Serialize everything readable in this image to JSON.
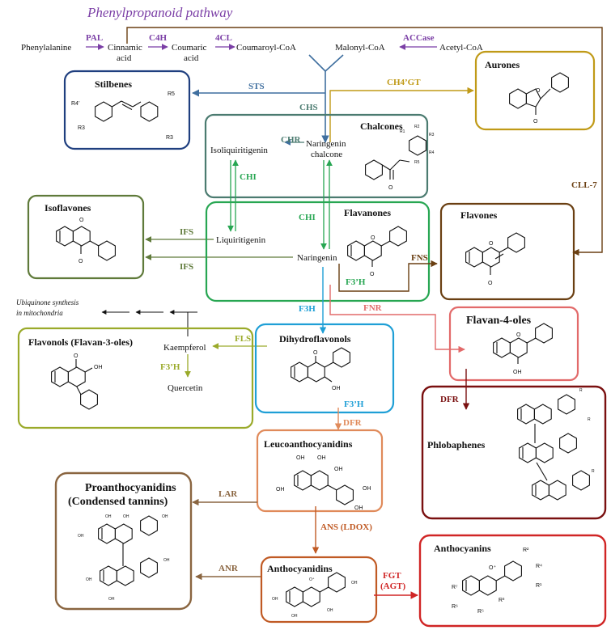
{
  "title": "Phenylpropanoid pathway",
  "compounds": {
    "phenylalanine": "Phenylalanine",
    "cinnamic_1": "Cinnamic",
    "cinnamic_2": "acid",
    "coumaric_1": "Coumaric",
    "coumaric_2": "acid",
    "coumaroyl_coa": "Coumaroyl-CoA",
    "malonyl_coa": "Malonyl-CoA",
    "acetyl_coa": "Acetyl-CoA",
    "isoliquiritigenin": "Isoliquiritigenin",
    "naringenin_chalcone_1": "Naringenin",
    "naringenin_chalcone_2": "chalcone",
    "liquiritigenin": "Liquiritigenin",
    "naringenin": "Naringenin",
    "kaempferol": "Kaempferol",
    "quercetin": "Quercetin",
    "ubiquinone_1": "Ubiquinone synthesis",
    "ubiquinone_2": "in mitochondria"
  },
  "enzymes": {
    "pal": "PAL",
    "c4h": "C4H",
    "fourcl": "4CL",
    "accase": "ACCase",
    "sts": "STS",
    "ch4gt": "CH4’GT",
    "chs": "CHS",
    "chr": "CHR",
    "chi_left": "CHI",
    "chi_right": "CHI",
    "ifs_top": "IFS",
    "ifs_bottom": "IFS",
    "cll7": "CLL-7",
    "fns": "FNS",
    "f3h_flavanones": "F3’H",
    "f3h": "F3H",
    "fnr": "FNR",
    "fls": "FLS",
    "f3h_flavonols": "F3’H",
    "f3h_dihydro": "F3’H",
    "dfr_leuco": "DFR",
    "dfr_phlob": "DFR",
    "lar": "LAR",
    "ans": "ANS (LDOX)",
    "anr": "ANR",
    "fgt_1": "FGT",
    "fgt_2": "(AGT)"
  },
  "classes": {
    "stilbenes": "Stilbenes",
    "aurones": "Aurones",
    "chalcones": "Chalcones",
    "isoflavones": "Isoflavones",
    "flavanones": "Flavanones",
    "flavones": "Flavones",
    "flavan4oles": "Flavan-4-oles",
    "flavonols": "Flavonols (Flavan-3-oles)",
    "dihydroflavonols": "Dihydroflavonols",
    "phlobaphenes": "Phlobaphenes",
    "leucoanthocyanidins": "Leucoanthocyanidins",
    "proanthocyanidins_1": "Proanthocyanidins",
    "proanthocyanidins_2": "(Condensed tannins)",
    "anthocyanidins": "Anthocyanidins",
    "anthocyanins": "Anthocyanins"
  },
  "substituents": {
    "stilbene_r5": "R5",
    "stilbene_r4": "R4’",
    "stilbene_r3a": "R3",
    "stilbene_r3b": "R3",
    "chalcone_r1": "R1",
    "chalcone_r2": "R2",
    "chalcone_r3": "R3",
    "chalcone_r4": "R4",
    "chalcone_r5": "R5",
    "oxo": "O",
    "oh": "OH",
    "anthocyanin_r1": "R¹",
    "anthocyanin_r2": "R²",
    "anthocyanin_r3": "R³",
    "anthocyanin_r4": "R⁴",
    "anthocyanin_r5": "R⁵",
    "anthocyanin_r6": "R⁶",
    "anthocyanin_r7": "R⁷",
    "oxonium": "O⁺",
    "phlob_r": "R"
  },
  "colors": {
    "purple": "#7b3fa6",
    "blue_steel": "#3f6f9f",
    "navy": "#1f3f7f",
    "gold": "#c09a17",
    "teal": "#4b7b70",
    "green": "#27a652",
    "olive": "#5f7a3a",
    "brown": "#6a3f12",
    "cyan": "#1f9fd6",
    "salmon": "#e26a6a",
    "lime": "#9aaa2a",
    "dark_red": "#7a1010",
    "orange": "#e08a5a",
    "tan": "#8a6540",
    "rust": "#c05a24",
    "red": "#d02525"
  }
}
